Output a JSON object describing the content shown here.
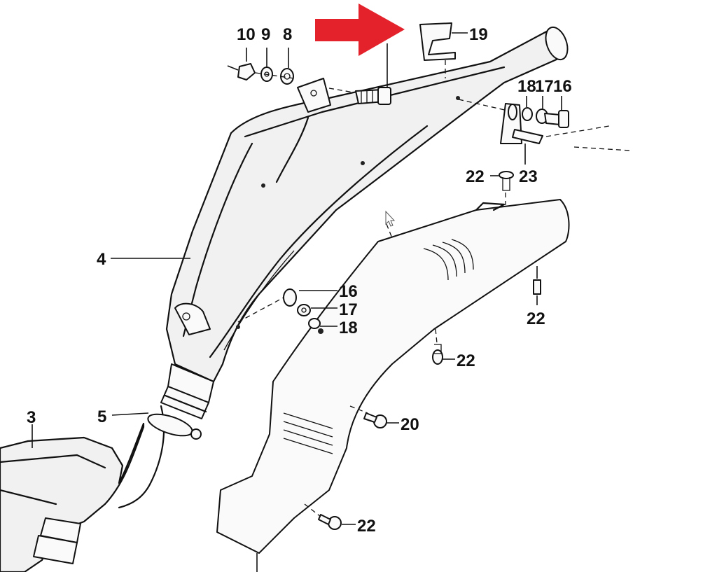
{
  "labels": {
    "p10": "10",
    "p9": "9",
    "p8": "8",
    "p19": "19",
    "p18_top": "18",
    "p17_top": "17",
    "p16_top": "16",
    "p22_a": "22",
    "p23": "23",
    "p4": "4",
    "p16_mid": "16",
    "p17_mid": "17",
    "p18_mid": "18",
    "p22_b": "22",
    "p22_c": "22",
    "p3": "3",
    "p5": "5",
    "p20": "20",
    "p22_d": "22"
  },
  "colors": {
    "arrow": "#e3222b",
    "line": "#111111",
    "background": "#ffffff"
  },
  "icons": {
    "arrow": "red-arrow-icon",
    "cursor": "mouse-cursor-icon"
  }
}
